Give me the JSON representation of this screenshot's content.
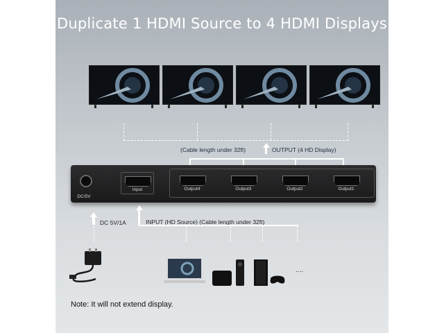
{
  "banner": {
    "title": "Duplicate 1 HDMI Source to 4 HDMI Displays"
  },
  "output_labels": {
    "cable": "(Cable length under 32ft)",
    "output": "OUTPUT (4 HD Display)"
  },
  "input_labels": {
    "dc": "DC 5V/1A",
    "input": "INPUT (HD Source) (Cable length under 32ft)"
  },
  "device": {
    "ports": [
      {
        "label": "DC/5V"
      },
      {
        "label": "Input"
      },
      {
        "label": "Output4"
      },
      {
        "label": "Output3"
      },
      {
        "label": "Output2"
      },
      {
        "label": "Output1"
      }
    ]
  },
  "sources": {
    "ellipsis": "...."
  },
  "footer": {
    "note": "Note: It will not extend display."
  },
  "colors": {
    "background": "#c6cbd0",
    "device": "#1f1f20",
    "label_text": "#1e2b38",
    "title": "#ffffff"
  }
}
